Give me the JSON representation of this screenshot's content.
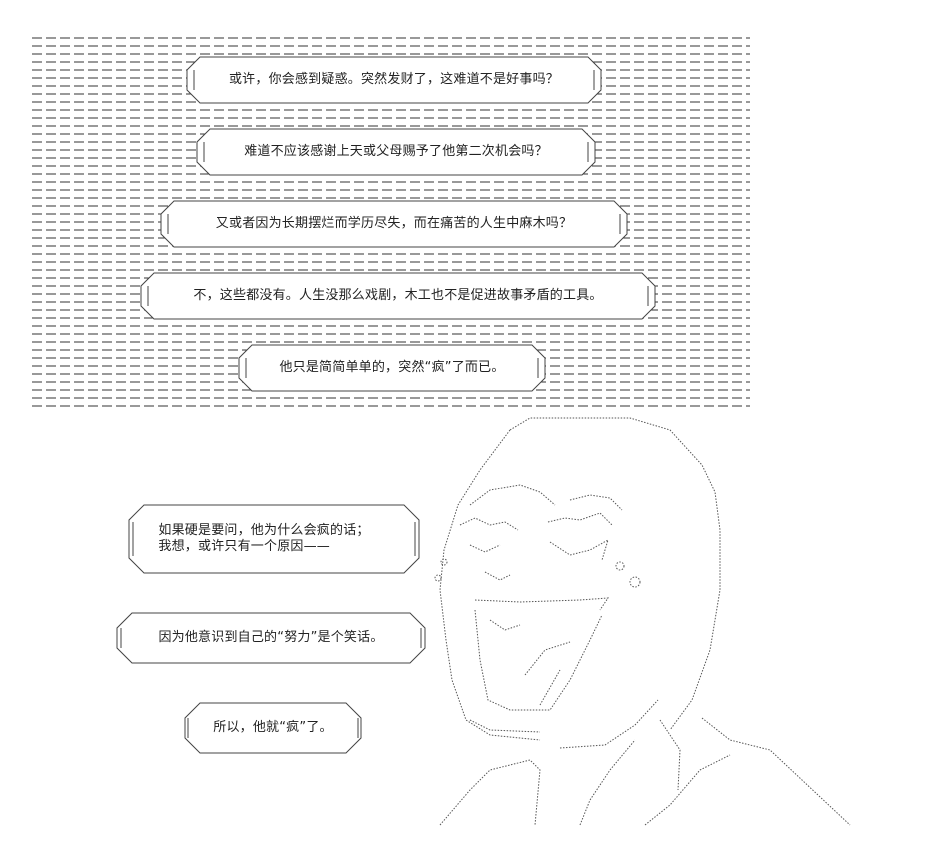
{
  "top_panel": {
    "bubbles": [
      {
        "text": "或许，你会感到疑惑。突然发财了，这难道不是好事吗？"
      },
      {
        "text": "难道不应该感谢上天或父母赐予了他第二次机会吗？"
      },
      {
        "text": "又或者因为长期摆烂而学历尽失，而在痛苦的人生中麻木吗？"
      },
      {
        "text": "不，这些都没有。人生没那么戏剧，木工也不是促进故事矛盾的工具。"
      },
      {
        "text": "他只是简简单单的，突然“疯”了而已。"
      }
    ]
  },
  "lower_bubbles": [
    {
      "lines": [
        "如果硬是要问，他为什么会疯的话；",
        "我想，或许只有一个原因——"
      ]
    },
    {
      "lines": [
        "因为他意识到自己的“努力”是个笑话。"
      ]
    },
    {
      "lines": [
        "所以，他就“疯”了。"
      ]
    }
  ],
  "figure": {
    "icon": "laughing-man-ascii-art"
  }
}
